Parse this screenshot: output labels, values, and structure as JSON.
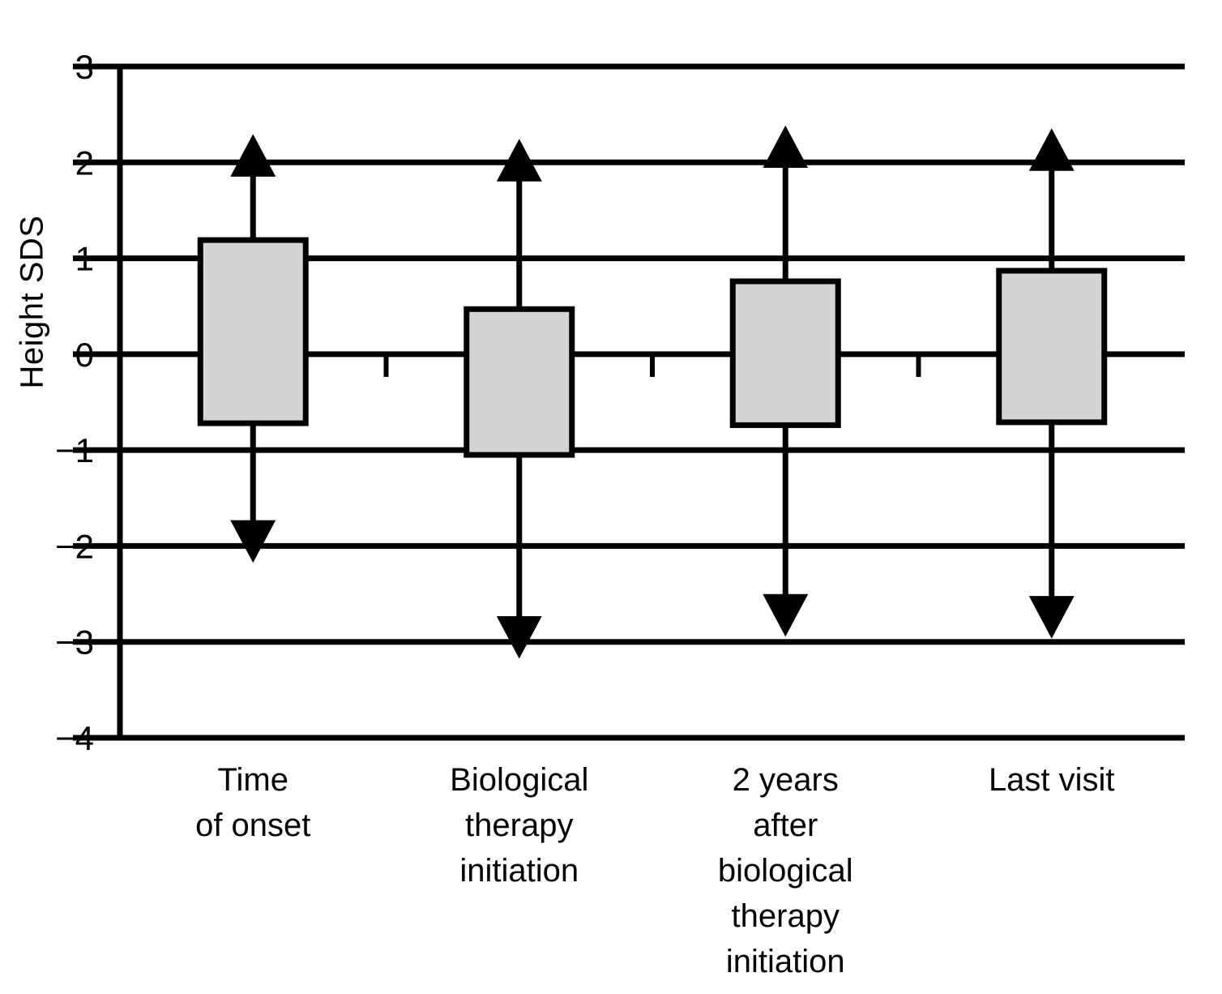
{
  "chart_data": {
    "type": "bar",
    "title": "",
    "subtitle": "",
    "xlabel": "",
    "ylabel": "Height SDS",
    "ylim": [
      -4,
      3
    ],
    "yticks": [
      3,
      2,
      1,
      0,
      -1,
      -2,
      -3,
      -4
    ],
    "ytick_labels": [
      "3",
      "2",
      "1",
      "0",
      "−1",
      "−2",
      "−3",
      "−4"
    ],
    "grid": true,
    "legend": null,
    "categories": [
      "Time\nof onset",
      "Biological\ntherapy\ninitiation",
      "2 years\nafter\nbiological\ntherapy\ninitiation",
      "Last visit"
    ],
    "category_lines": [
      [
        "Time",
        "of onset"
      ],
      [
        "Biological",
        "therapy",
        "initiation"
      ],
      [
        "2 years",
        "after",
        "biological",
        "therapy",
        "initiation"
      ],
      [
        "Last visit"
      ]
    ],
    "series": [
      {
        "name": "Height SDS",
        "box_top": [
          1.19,
          0.47,
          0.76,
          0.87
        ],
        "box_bottom": [
          -0.72,
          -1.05,
          -0.74,
          -0.71
        ],
        "whisker_top": [
          1.88,
          1.83,
          1.97,
          1.94
        ],
        "whisker_bottom": [
          -1.76,
          -2.76,
          -2.53,
          -2.55
        ]
      }
    ],
    "box_fill_color": "#d4d4d4",
    "box_edge_color": "#000000",
    "axis_color": "#000000",
    "background_color": "#ffffff"
  }
}
